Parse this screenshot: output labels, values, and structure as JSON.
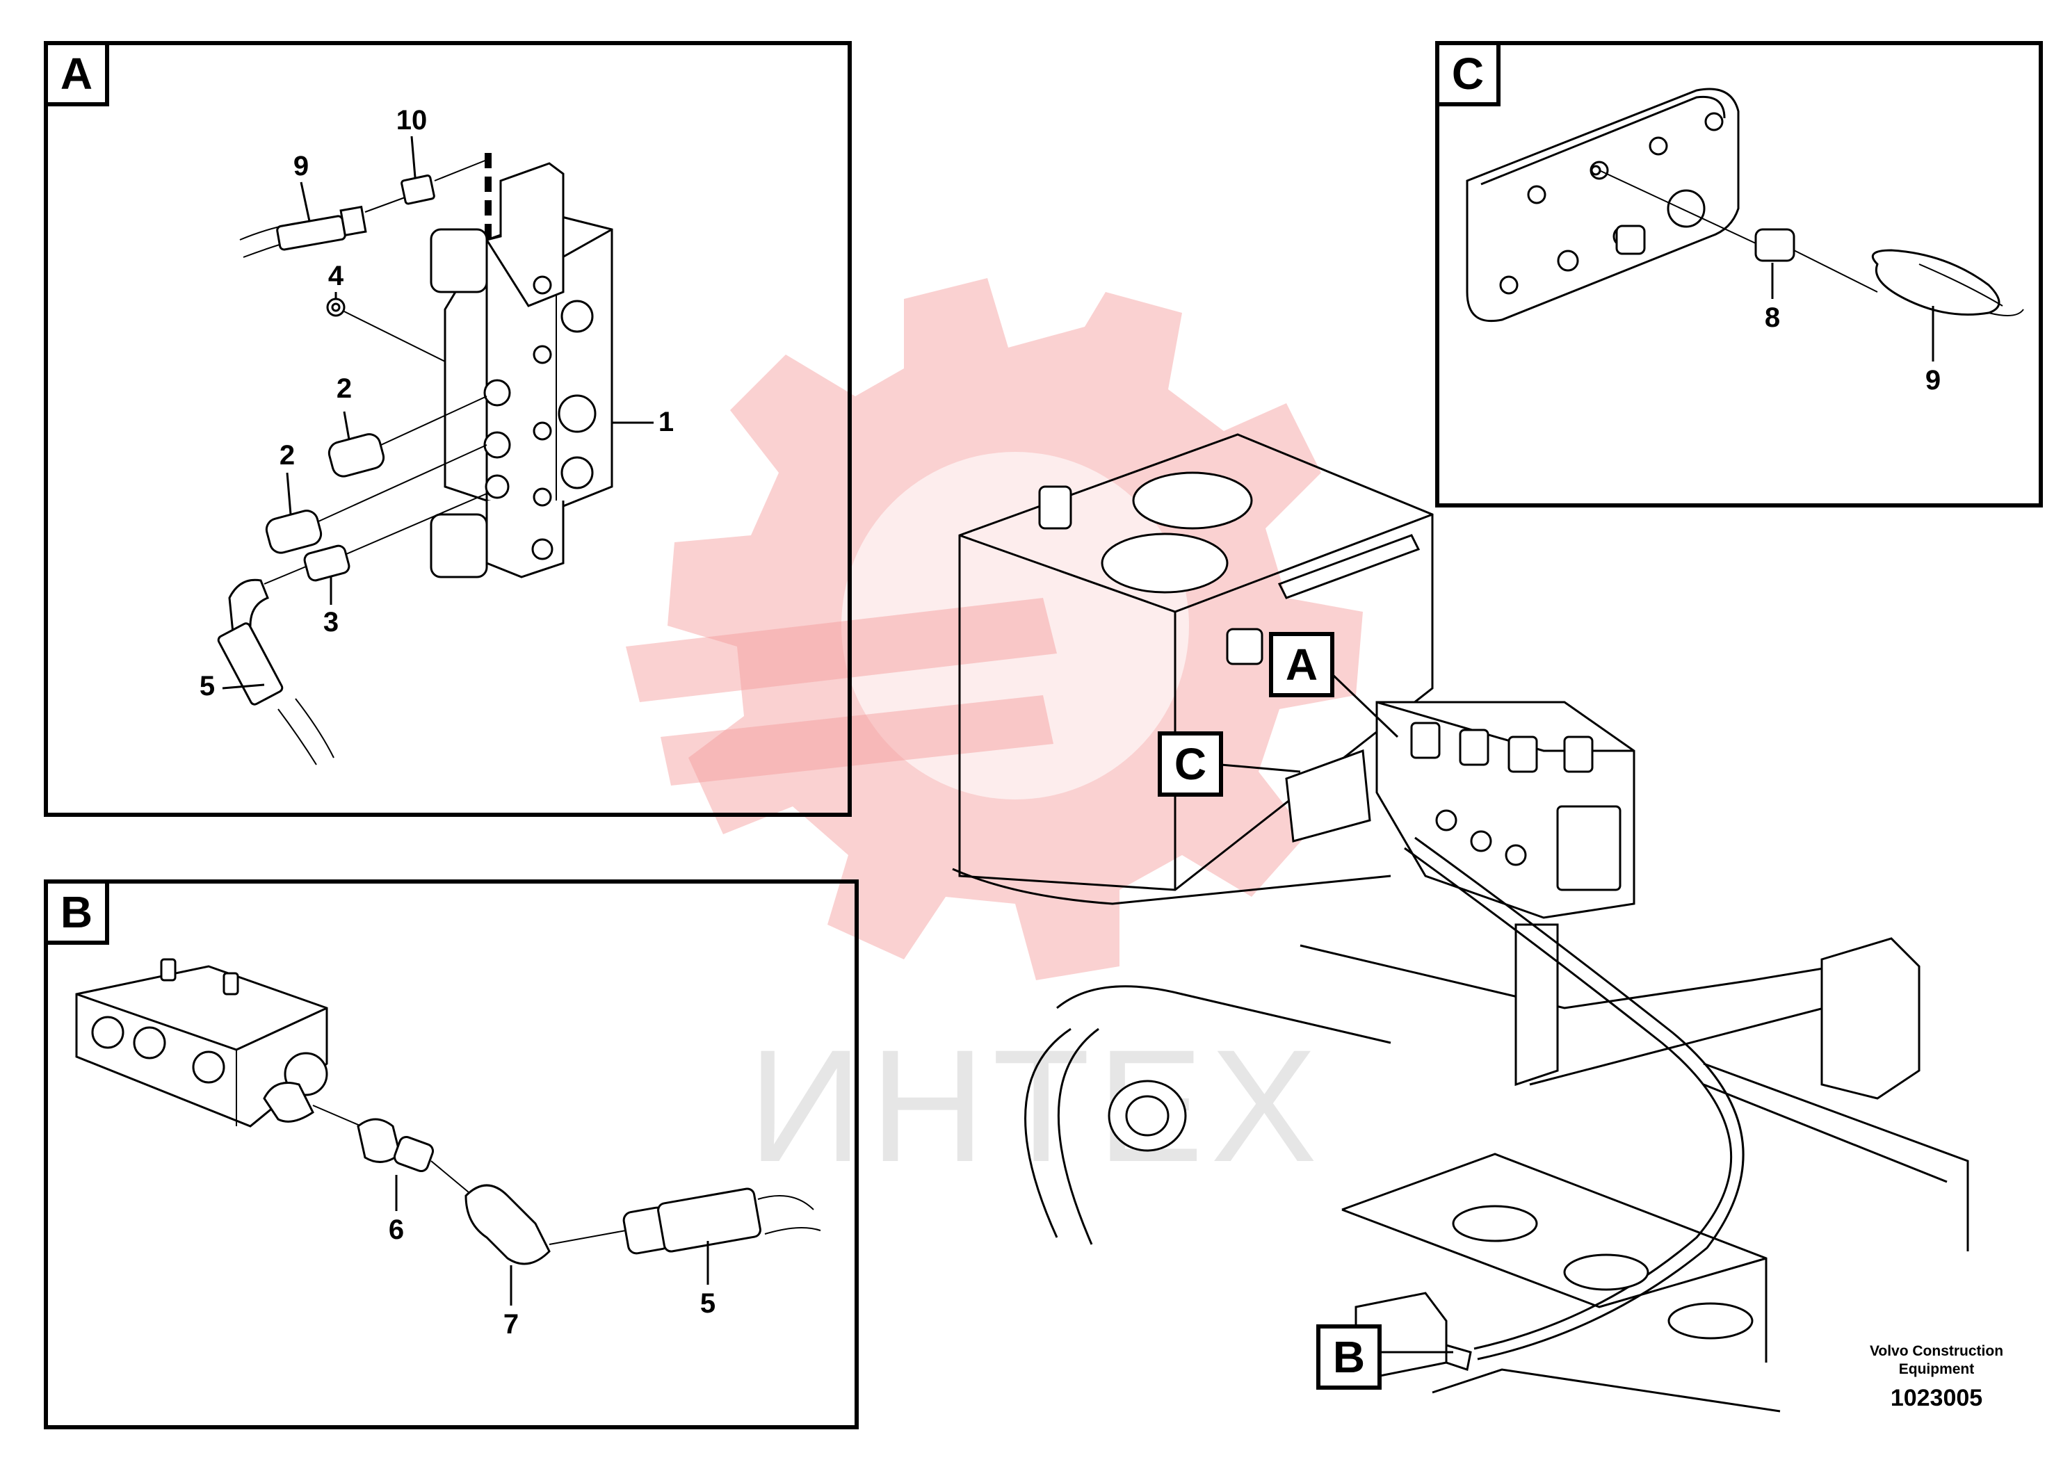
{
  "watermark": {
    "text": "ИНТЕХ"
  },
  "details": {
    "A": {
      "letter": "A",
      "callouts": [
        {
          "id": "a10",
          "text": "10"
        },
        {
          "id": "a9",
          "text": "9"
        },
        {
          "id": "a4",
          "text": "4"
        },
        {
          "id": "a2a",
          "text": "2"
        },
        {
          "id": "a2b",
          "text": "2"
        },
        {
          "id": "a1",
          "text": "1"
        },
        {
          "id": "a3",
          "text": "3"
        },
        {
          "id": "a5",
          "text": "5"
        }
      ]
    },
    "B": {
      "letter": "B",
      "callouts": [
        {
          "id": "b6",
          "text": "6"
        },
        {
          "id": "b7",
          "text": "7"
        },
        {
          "id": "b5",
          "text": "5"
        }
      ]
    },
    "C": {
      "letter": "C",
      "callouts": [
        {
          "id": "c8",
          "text": "8"
        },
        {
          "id": "c9",
          "text": "9"
        }
      ]
    }
  },
  "main_view": {
    "ref_A": "A",
    "ref_B": "B",
    "ref_C": "C"
  },
  "footer": {
    "brand_line1": "Volvo Construction",
    "brand_line2": "Equipment",
    "code": "1023005"
  }
}
